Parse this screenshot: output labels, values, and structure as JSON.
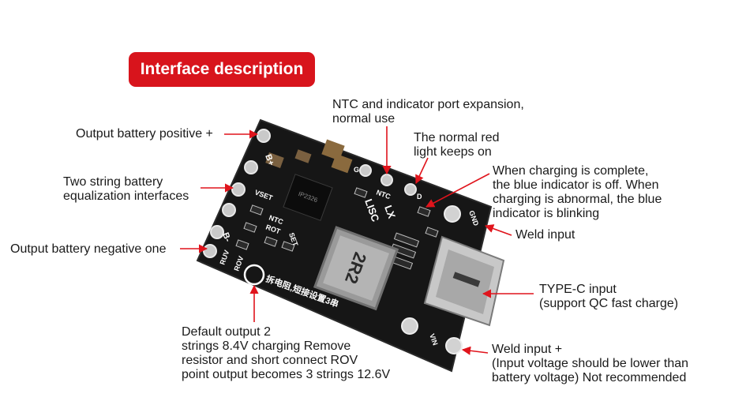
{
  "title": "Interface description",
  "labels": {
    "ntc_expansion": [
      "NTC and indicator port expansion,",
      "normal use"
    ],
    "red_light": [
      "The normal red",
      "light keeps on"
    ],
    "charging_complete": [
      "When charging is complete,",
      "the blue indicator is off. When",
      "charging is abnormal, the blue",
      "indicator is blinking"
    ],
    "weld_input_gnd": "Weld input",
    "type_c": [
      "TYPE-C input",
      "(support QC fast charge)"
    ],
    "weld_input_plus": [
      "Weld input +",
      "(Input voltage should be lower than",
      "battery voltage) Not recommended"
    ],
    "battery_positive": "Output battery positive +",
    "equalization": [
      "Two string battery",
      "equalization interfaces"
    ],
    "battery_negative": "Output battery negative one",
    "default_output": [
      "Default output 2",
      "strings 8.4V charging Remove",
      "resistor and short connect ROV",
      "point output becomes 3 strings 12.6V"
    ]
  },
  "board_text": {
    "b_plus": "B+",
    "vset": "VSET",
    "ntc_rot": "NTC",
    "rot": "ROT",
    "set": "SET",
    "ruv": "RUV",
    "rov": "ROV",
    "b_minus": "B-",
    "g": "G",
    "ntc_top": "NTC",
    "d": "D",
    "lx": "LX",
    "lisc": "LISC",
    "gnd": "GND",
    "vin": "VIN",
    "inductor": "2R2",
    "chip": "IP2326",
    "chinese_note": "拆电阻,短接设置3串"
  },
  "colors": {
    "accent": "#d8141c",
    "board": "#141414",
    "callout": "#e0141c"
  }
}
